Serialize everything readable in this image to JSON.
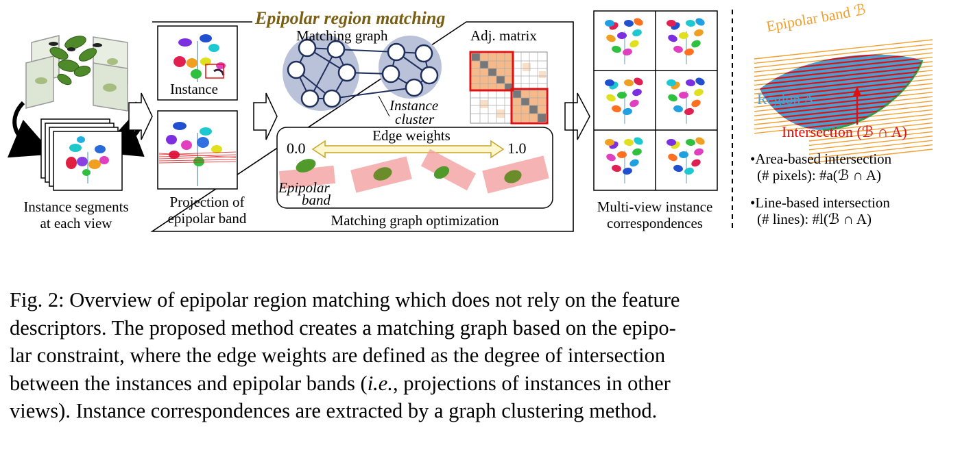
{
  "figure": {
    "left_panel": {
      "label_line1": "Instance segments",
      "label_line2": "at each view"
    },
    "projection_panel": {
      "instance_label": "Instance",
      "label_line1": "Projection of",
      "label_line2": "epipolar band"
    },
    "center_panel": {
      "title": "Epipolar region matching",
      "matching_graph_label": "Matching graph",
      "adj_matrix_label": "Adj. matrix",
      "instance_cluster_line1": "Instance",
      "instance_cluster_line2": "cluster",
      "edge_weights_label": "Edge weights",
      "edge_weight_min": "0.0",
      "edge_weight_max": "1.0",
      "epipolar_band_line1": "Epipolar",
      "epipolar_band_line2": "band",
      "optimization_label": "Matching graph optimization"
    },
    "multiview_panel": {
      "label_line1": "Multi-view instance",
      "label_line2": "correspondences"
    },
    "right_panel": {
      "epipolar_band_label": "Epipolar band ℬ",
      "region_label": "Region A",
      "intersection_label": "Intersection (ℬ ∩ A)",
      "bullet1_line1": "•Area-based intersection",
      "bullet1_line2": "(# pixels): #a(ℬ ∩ A)",
      "bullet2_line1": "•Line-based intersection",
      "bullet2_line2": "(# lines):  #l(ℬ ∩ A)"
    },
    "colors": {
      "title_gold": "#7a5f12",
      "graph_blue": "#1f2f5c",
      "cluster_fill": "#b9c2d8",
      "band_orange": "#f0a030",
      "region_blue": "#4a9fd0",
      "intersection_red": "#e01010",
      "epipolar_pink": "#f4a0a0",
      "leaf_green": "#6b8c2a"
    }
  },
  "caption": {
    "line1": "Fig. 2: Overview of epipolar region matching which does not rely on the feature",
    "line2": "descriptors. The proposed method creates a matching graph based on the epipo-",
    "line3": "lar constraint, where the edge weights are defined as the degree of intersection",
    "line4_pre": "between the instances and epipolar bands (",
    "line4_ie": "i.e.",
    "line4_post": ", projections of instances in other",
    "line5": "views). Instance correspondences are extracted by a graph clustering method."
  }
}
